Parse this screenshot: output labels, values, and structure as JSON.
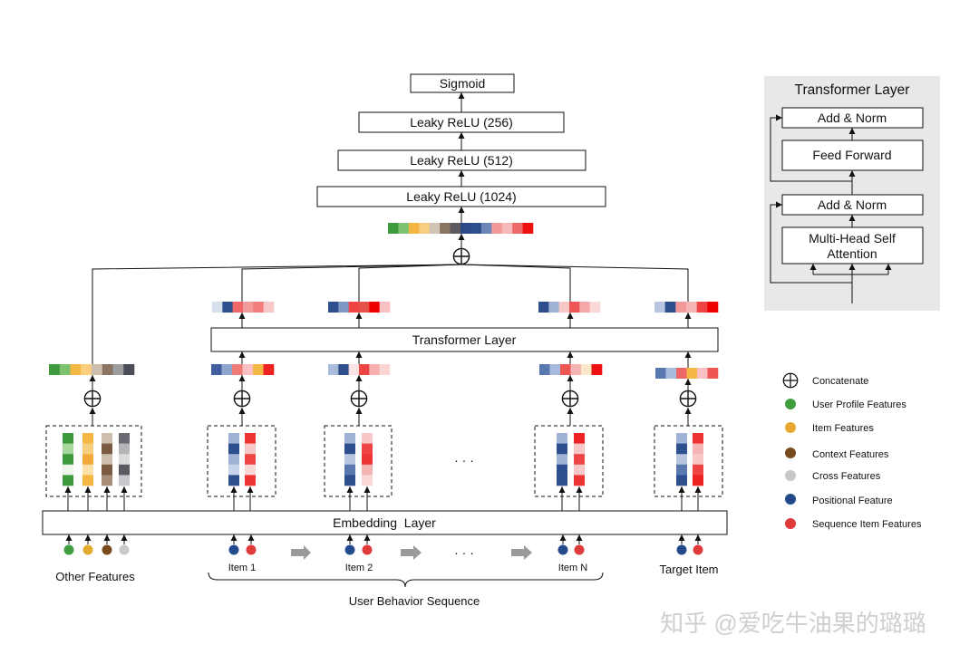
{
  "output_layers": {
    "sigmoid": "Sigmoid",
    "relu_256": "Leaky ReLU (256)",
    "relu_512": "Leaky ReLU (512)",
    "relu_1024": "Leaky ReLU (1024)"
  },
  "transformer_layer": "Transformer Layer",
  "embedding_layer": "Embedding  Layer",
  "ellipsis": "· · ·",
  "inputs": {
    "other_features": "Other Features",
    "item_1": "Item 1",
    "item_2": "Item 2",
    "item_n": "Item N",
    "target_item": "Target Item",
    "sequence": "User Behavior Sequence"
  },
  "transformer_detail": {
    "title": "Transformer Layer",
    "add_norm_top": "Add & Norm",
    "feed_forward": "Feed Forward",
    "add_norm_bottom": "Add & Norm",
    "attention_line_1": "Multi-Head Self",
    "attention_line_2": "Attention"
  },
  "legend": {
    "concatenate": "Concatenate",
    "user_profile": {
      "label": "User Profile Features",
      "color": "#3f9d3f"
    },
    "item": {
      "label": "Item Features",
      "color": "#e3aa2f"
    },
    "context": {
      "label": "Context Features",
      "color": "#7a4a1f"
    },
    "cross": {
      "label": "Cross Features",
      "color": "#c8c8c8"
    },
    "positional": {
      "label": "Positional Feature",
      "color": "#234a8c"
    },
    "sequence_item": {
      "label": "Sequence Item Features",
      "color": "#e03b3b"
    }
  },
  "watermark": "知乎 @爱吃牛油果的璐璐",
  "vectors": {
    "concat_output": [
      "#3d9a3d",
      "#7dc26f",
      "#f4b744",
      "#f8cf80",
      "#cfc4b6",
      "#8a7462",
      "#5e5a62",
      "#2c4a86",
      "#2e4f8d",
      "#6d86b8",
      "#f29a9a",
      "#f6b8b8",
      "#ee6a6a",
      "#ee1111"
    ],
    "other_concat": [
      "#3d9a3d",
      "#7dc26f",
      "#f4b744",
      "#f8cf80",
      "#cdbfae",
      "#8a7360",
      "#9c9c9c",
      "#4a4d55"
    ],
    "item_1_input": [
      "#3f5f9f",
      "#8ea6cf",
      "#ef7a7a",
      "#f8c0c0",
      "#f4b744",
      "#ee2222"
    ],
    "item_2_input": [
      "#a9bcdb",
      "#2e4f8d",
      "#fbe3e3",
      "#ee4444",
      "#f6b0b0",
      "#fbd5d5"
    ],
    "item_n_input": [
      "#5a78b0",
      "#a7bbdc",
      "#ee5555",
      "#f6b5b5",
      "#fbe7c7",
      "#ee1111"
    ],
    "target_input": [
      "#5a78b0",
      "#a7bbdc",
      "#ee6666",
      "#f4b744",
      "#f8c0c0",
      "#ee5555"
    ],
    "item_1_output": [
      "#d6e0ef",
      "#2e4f8d",
      "#ee6666",
      "#f29a9a",
      "#f07c7c",
      "#f8c8c8"
    ],
    "item_2_output": [
      "#2e4f8d",
      "#7f97c5",
      "#ee4444",
      "#e8504a",
      "#ee0000",
      "#f8c0c0"
    ],
    "item_n_output": [
      "#2e4f8d",
      "#9fb3d6",
      "#f8c8c8",
      "#ee5555",
      "#f6a8a8",
      "#fbd8d8"
    ],
    "target_output": [
      "#b7c6e1",
      "#2e4f8d",
      "#f29a9a",
      "#f6b5b5",
      "#ee4444",
      "#ee0000"
    ],
    "other_columns": [
      [
        "#3d9a3d",
        "#a8d89c",
        "#3d9a3d",
        "#eef6ea",
        "#3d9a3d"
      ],
      [
        "#f4b744",
        "#f8cf80",
        "#f3a93c",
        "#fbe0a8",
        "#f4b744"
      ],
      [
        "#cdbfae",
        "#7a5a40",
        "#cdbfae",
        "#7a5a40",
        "#a88e78"
      ],
      [
        "#6a6a72",
        "#b4b4b8",
        "#dcdcdc",
        "#5a5a62",
        "#c8c8cc"
      ]
    ],
    "item_1_columns": [
      [
        "#9fb3d6",
        "#2e4f8d",
        "#9fb3d6",
        "#c8d4ea",
        "#2e4f8d"
      ],
      [
        "#ee3333",
        "#f8c8c8",
        "#ee4444",
        "#fbd8d8",
        "#ee3333"
      ]
    ],
    "item_2_columns": [
      [
        "#9fb3d6",
        "#2e4f8d",
        "#b7c6e1",
        "#5a78b0",
        "#2e4f8d"
      ],
      [
        "#f8c8c8",
        "#ee4444",
        "#ee3333",
        "#f6b5b5",
        "#fbd8d8"
      ]
    ],
    "item_n_columns": [
      [
        "#9fb3d6",
        "#2e4f8d",
        "#9fb3d6",
        "#2e4f8d",
        "#2e4f8d"
      ],
      [
        "#ee2222",
        "#f8c8c8",
        "#ee4444",
        "#f8c8c8",
        "#ee3333"
      ]
    ],
    "target_columns": [
      [
        "#9fb3d6",
        "#2e4f8d",
        "#b7c6e1",
        "#5a78b0",
        "#2e4f8d"
      ],
      [
        "#ee3333",
        "#f6b5b5",
        "#f8c8c8",
        "#ee4444",
        "#ee2222"
      ]
    ]
  }
}
